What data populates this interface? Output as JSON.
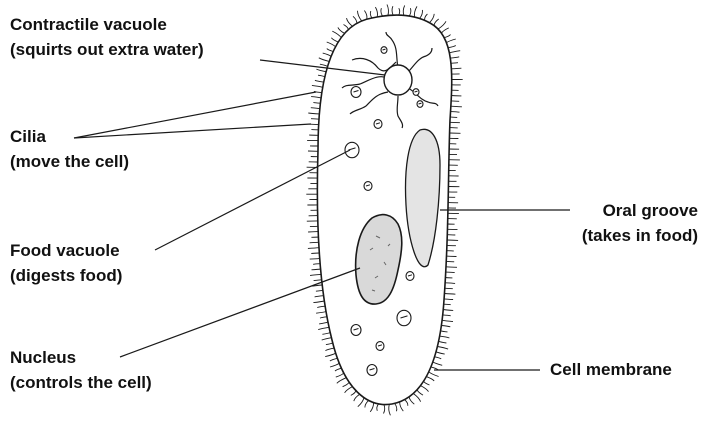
{
  "labels": {
    "contractile_vacuole": {
      "name": "Contractile vacuole",
      "desc": "(squirts out extra water)"
    },
    "cilia": {
      "name": "Cilia",
      "desc": "(move the cell)"
    },
    "food_vacuole": {
      "name": "Food vacuole",
      "desc": "(digests food)"
    },
    "nucleus": {
      "name": "Nucleus",
      "desc": "(controls the cell)"
    },
    "oral_groove": {
      "name": "Oral groove",
      "desc": "(takes in  food)"
    },
    "cell_membrane": {
      "name": "Cell membrane"
    }
  },
  "colors": {
    "ink": "#1a1a1a",
    "fill_grey": "#e6e6e6",
    "background": "#ffffff"
  }
}
